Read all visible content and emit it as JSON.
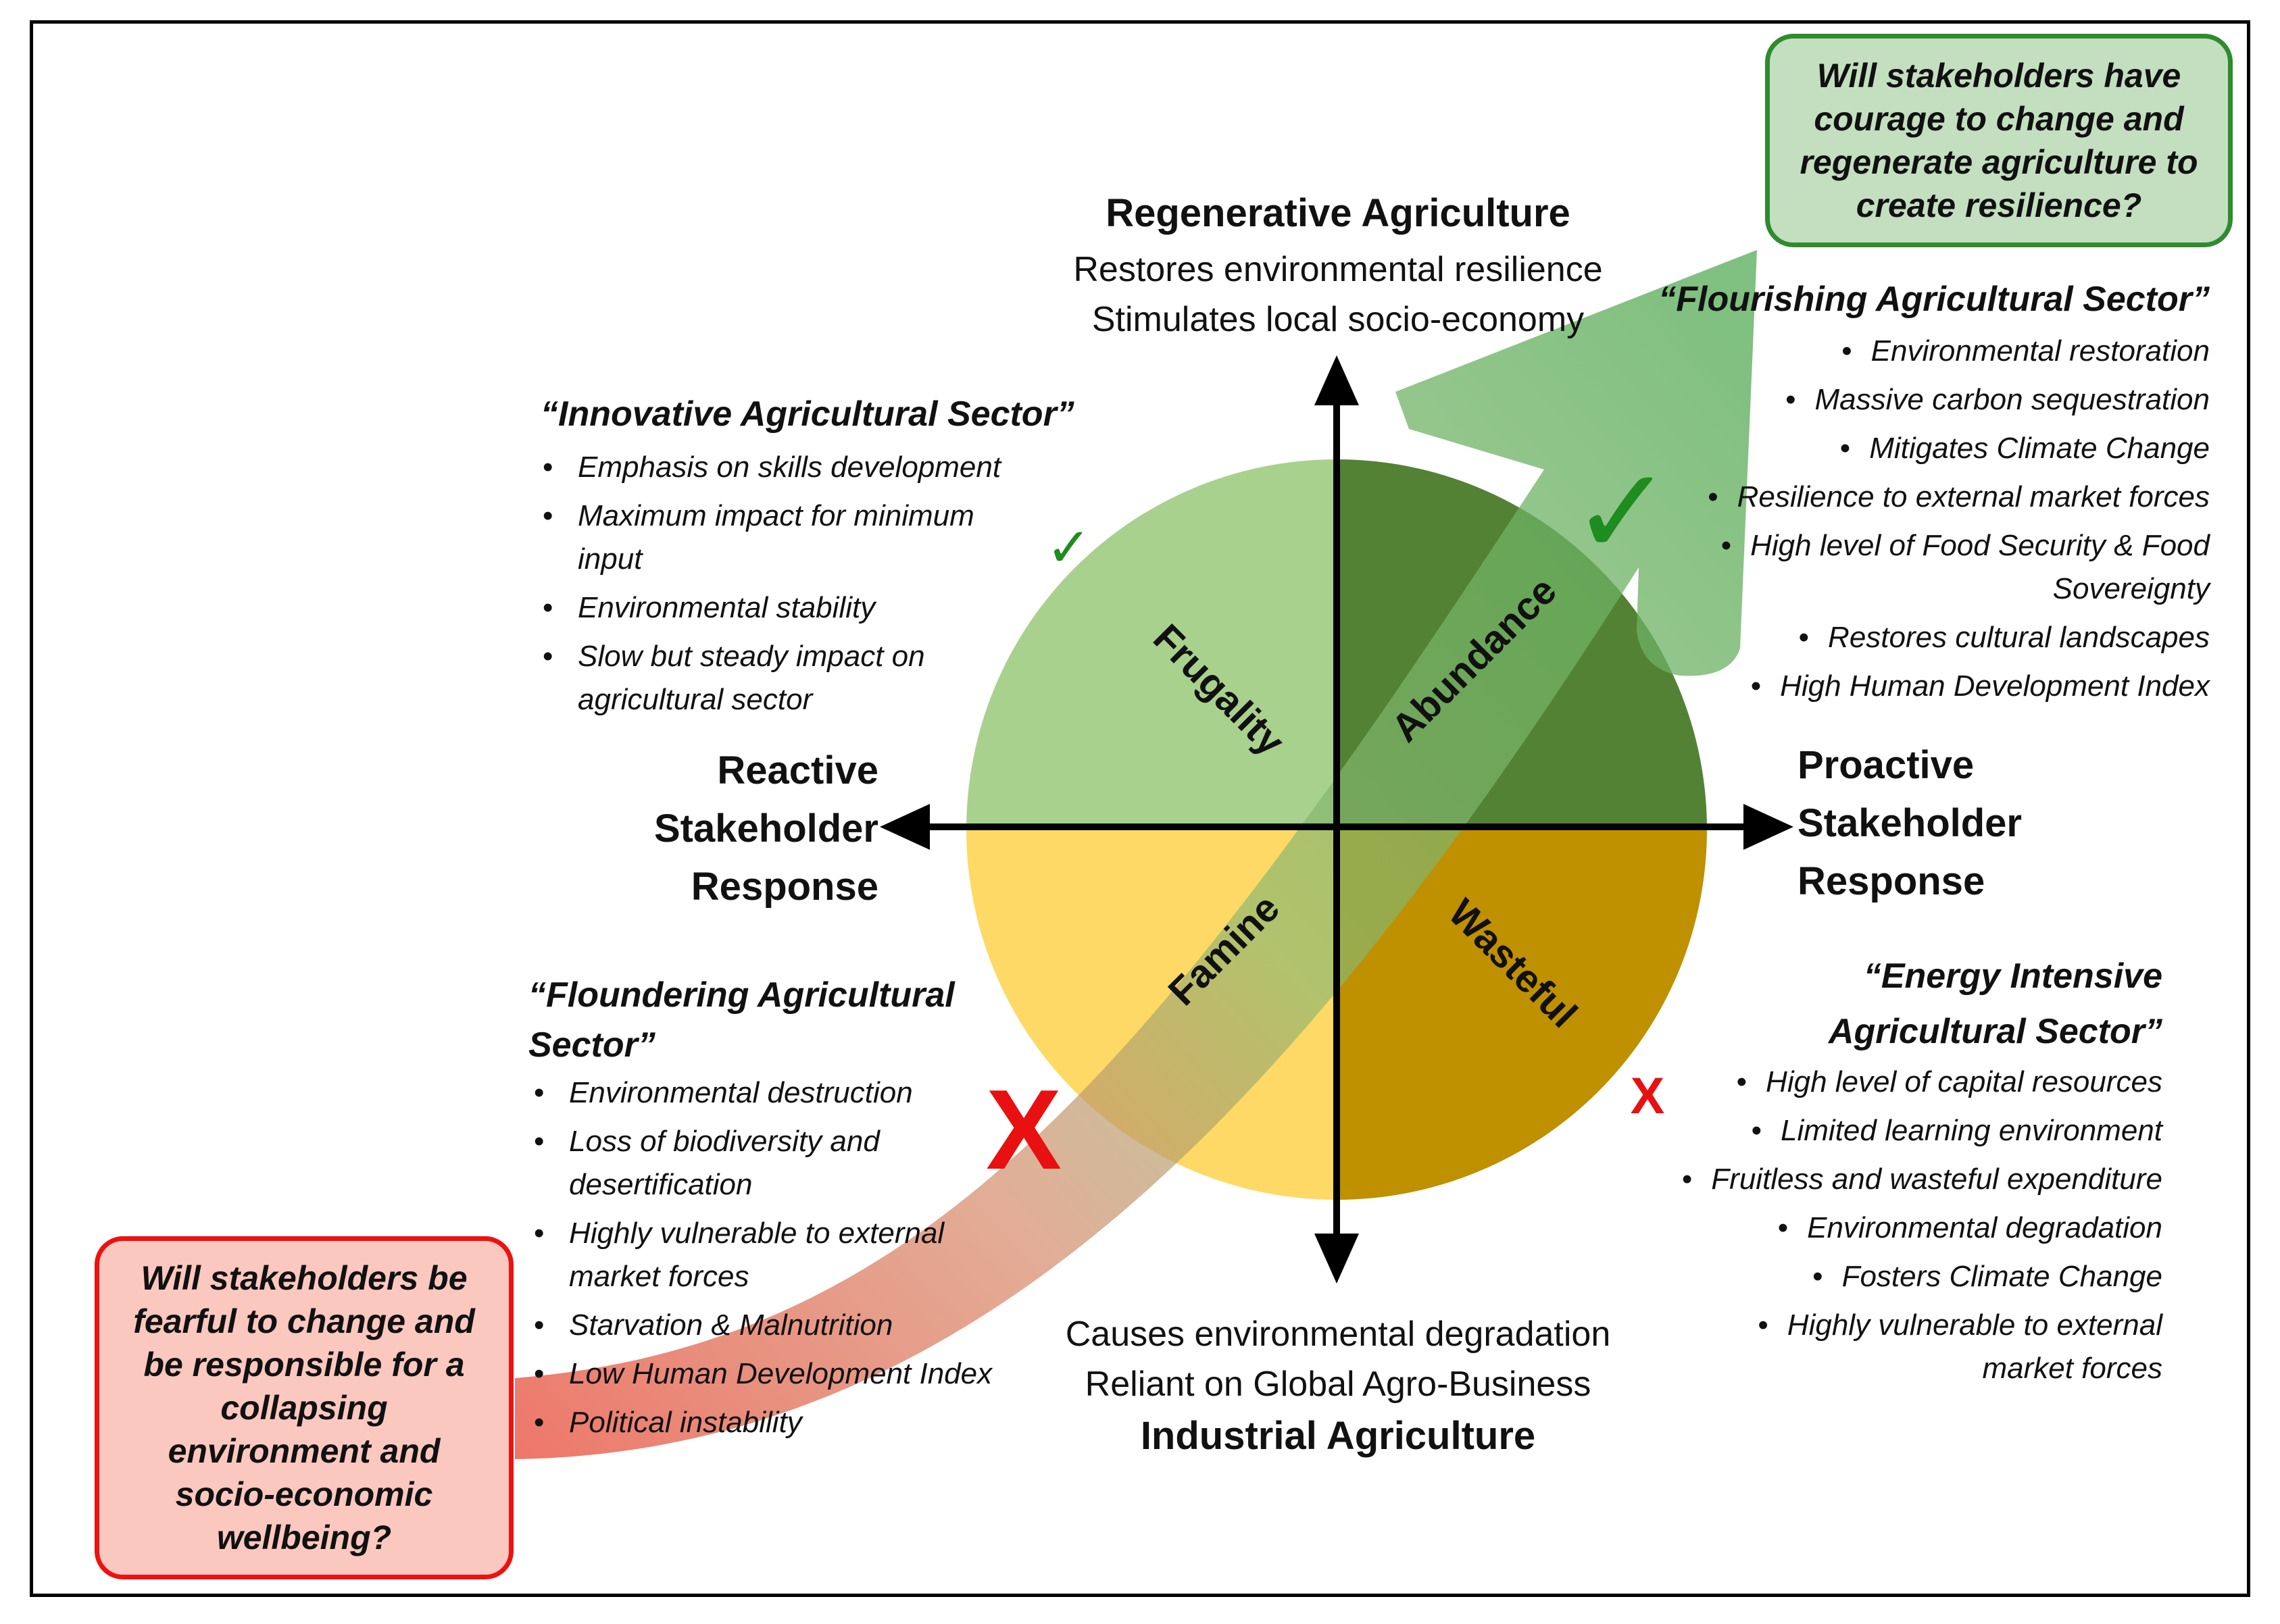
{
  "axes": {
    "top": {
      "title": "Regenerative Agriculture",
      "line1": "Restores environmental resilience",
      "line2": "Stimulates local socio-economy"
    },
    "bottom": {
      "line1": "Causes environmental degradation",
      "line2": "Reliant on Global Agro-Business",
      "title": "Industrial Agriculture"
    },
    "left": {
      "line1": "Reactive",
      "line2": "Stakeholder",
      "line3": "Response"
    },
    "right": {
      "line1": "Proactive",
      "line2": "Stakeholder",
      "line3": "Response"
    }
  },
  "quadrants": {
    "top_left": {
      "label": "Frugality",
      "color": "#a9d18e"
    },
    "top_right": {
      "label": "Abundance",
      "color": "#548235"
    },
    "bottom_left": {
      "label": "Famine",
      "color": "#ffd966"
    },
    "bottom_right": {
      "label": "Wasteful",
      "color": "#bf9000"
    }
  },
  "sectors": {
    "innovative": {
      "title": "“Innovative Agricultural Sector”",
      "items": [
        "Emphasis on skills development",
        "Maximum impact for minimum input",
        "Environmental stability",
        "Slow but steady impact on agricultural sector"
      ]
    },
    "flourishing": {
      "title": "“Flourishing Agricultural Sector”",
      "items": [
        "Environmental restoration",
        "Massive carbon sequestration",
        "Mitigates Climate Change",
        "Resilience to external market forces",
        "High level of Food Security & Food",
        "Sovereignty",
        "Restores cultural landscapes",
        "High Human Development Index"
      ]
    },
    "floundering": {
      "title_line1": "“Floundering Agricultural",
      "title_line2": "Sector”",
      "items": [
        "Environmental destruction",
        "Loss of biodiversity and desertification",
        "Highly vulnerable to external market forces",
        "Starvation & Malnutrition",
        "Low Human Development Index",
        "Political instability"
      ]
    },
    "energy": {
      "title_line1": "“Energy Intensive",
      "title_line2": "Agricultural Sector”",
      "items": [
        "High level of capital resources",
        "Limited learning environment",
        "Fruitless and wasteful expenditure",
        "Environmental degradation",
        "Fosters Climate Change",
        "Highly vulnerable to external",
        "market forces"
      ]
    }
  },
  "questions": {
    "green": "Will stakeholders have courage to change and regenerate agriculture to create resilience?",
    "red": "Will stakeholders be fearful to change and be responsible for a collapsing environment and socio-economic wellbeing?"
  },
  "marks": {
    "check": "✓",
    "cross": "X"
  },
  "colors": {
    "check": "#1e8c1e",
    "cross": "#e81010",
    "arrow_green": "#70b870",
    "arrow_red": "#e87060"
  }
}
